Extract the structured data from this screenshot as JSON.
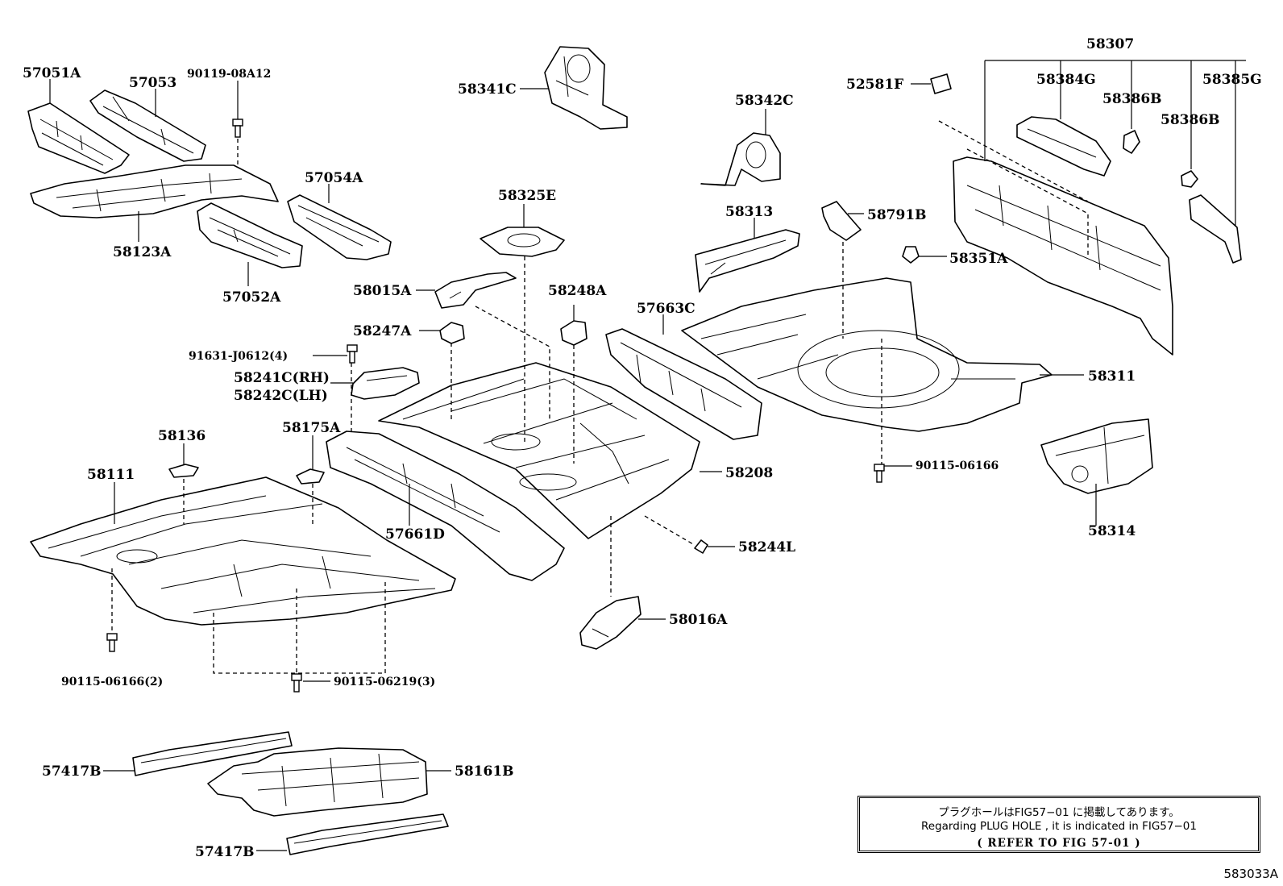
{
  "diagram": {
    "labels": {
      "p57051A": "57051A",
      "p57053": "57053",
      "p90119_08A12": "90119-08A12",
      "p58341C": "58341C",
      "p52581F": "52581F",
      "p58307": "58307",
      "p58384G": "58384G",
      "p58385G": "58385G",
      "p58386B_1": "58386B",
      "p58386B_2": "58386B",
      "p58342C": "58342C",
      "p57054A": "57054A",
      "p58123A": "58123A",
      "p57052A": "57052A",
      "p58325E": "58325E",
      "p58313": "58313",
      "p58791B": "58791B",
      "p58351A": "58351A",
      "p58015A": "58015A",
      "p58248A": "58248A",
      "p57663C": "57663C",
      "p58247A": "58247A",
      "p91631": "91631-J0612(4)",
      "p58241C": "58241C(RH)",
      "p58242C": "58242C(LH)",
      "p58311": "58311",
      "p58136": "58136",
      "p58175A": "58175A",
      "p58111": "58111",
      "p58208": "58208",
      "p90115_06166_r": "90115-06166",
      "p57661D": "57661D",
      "p58314": "58314",
      "p58244L": "58244L",
      "p58016A": "58016A",
      "p90115_06166_2": "90115-06166(2)",
      "p90115_06219_3": "90115-06219(3)",
      "p57417B_top": "57417B",
      "p58161B": "58161B",
      "p57417B_bot": "57417B"
    }
  },
  "note": {
    "line1": "プラグホールはFIG57−01 に掲載してあります。",
    "line2": "Regarding PLUG HOLE , it is indicated in FIG57−01",
    "line3": "(        REFER TO FIG 57-01     )"
  },
  "reference_code": "583033A"
}
